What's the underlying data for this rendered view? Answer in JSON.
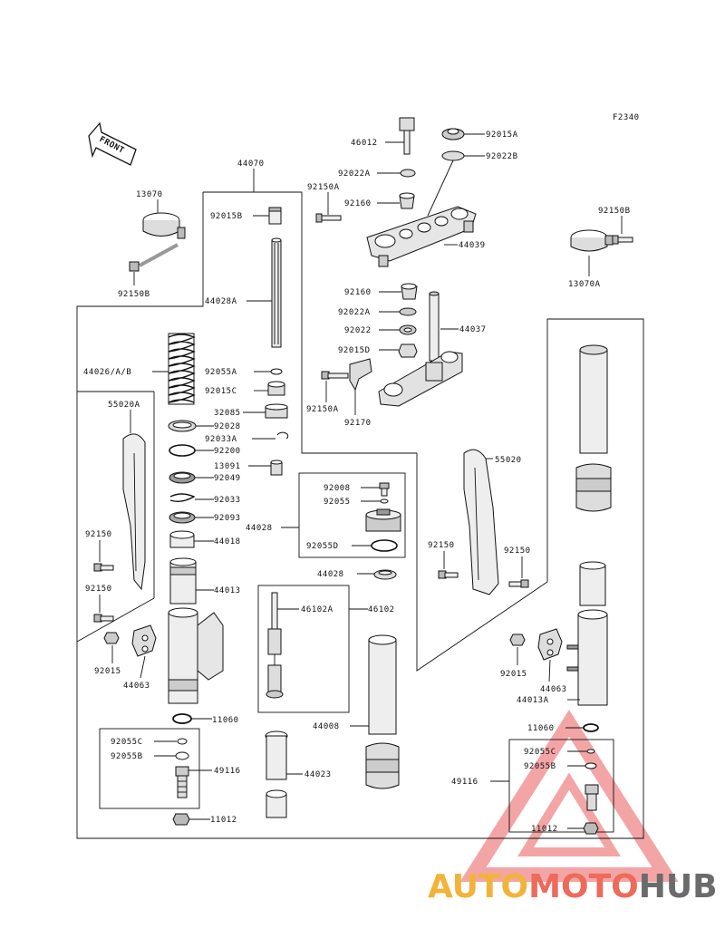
{
  "figure_code": "F2340",
  "front_label": "FRONT",
  "labels": {
    "l46012": "46012",
    "l92015A": "92015A",
    "l92022B": "92022B",
    "l92022A_top": "92022A",
    "l92150A_top": "92150A",
    "l92160_top": "92160",
    "l44039": "44039",
    "l92150B_right": "92150B",
    "l13070A": "13070A",
    "l44070": "44070",
    "l13070": "13070",
    "l92150B_left": "92150B",
    "l92015B": "92015B",
    "l44028A": "44028A",
    "l92160_mid": "92160",
    "l92022A_mid": "92022A",
    "l92022": "92022",
    "l92015D": "92015D",
    "l44037": "44037",
    "l92150A_mid": "92150A",
    "l92170": "92170",
    "l44026": "44026/A/B",
    "l92055A": "92055A",
    "l92015C": "92015C",
    "l32085": "32085",
    "l92028": "92028",
    "l92033A": "92033A",
    "l92200": "92200",
    "l13091": "13091",
    "l92049": "92049",
    "l92033": "92033",
    "l92093": "92093",
    "l44018": "44018",
    "l55020A": "55020A",
    "l92008": "92008",
    "l92055": "92055",
    "l44028_box": "44028",
    "l92055D": "92055D",
    "l44028": "44028",
    "l55020": "55020",
    "l92150_l1": "92150",
    "l92150_l2": "92150",
    "l92150_r1": "92150",
    "l92150_r2": "92150",
    "l44013": "44013",
    "l46102A": "46102A",
    "l46102": "46102",
    "l92015_left": "92015",
    "l44063_left": "44063",
    "l11060_left": "11060",
    "l92015_right": "92015",
    "l44063_right": "44063",
    "l44013A": "44013A",
    "l11060_right": "11060",
    "l44008": "44008",
    "l92055C_left": "92055C",
    "l92055B_left": "92055B",
    "l49116_left": "49116",
    "l44023": "44023",
    "l11012_left": "11012",
    "l92055C_right": "92055C",
    "l92055B_right": "92055B",
    "l49116_right": "49116",
    "l11012_right": "11012"
  },
  "watermark": {
    "part1": "AUTO",
    "part2": "MOTO",
    "part3": "HUB"
  }
}
